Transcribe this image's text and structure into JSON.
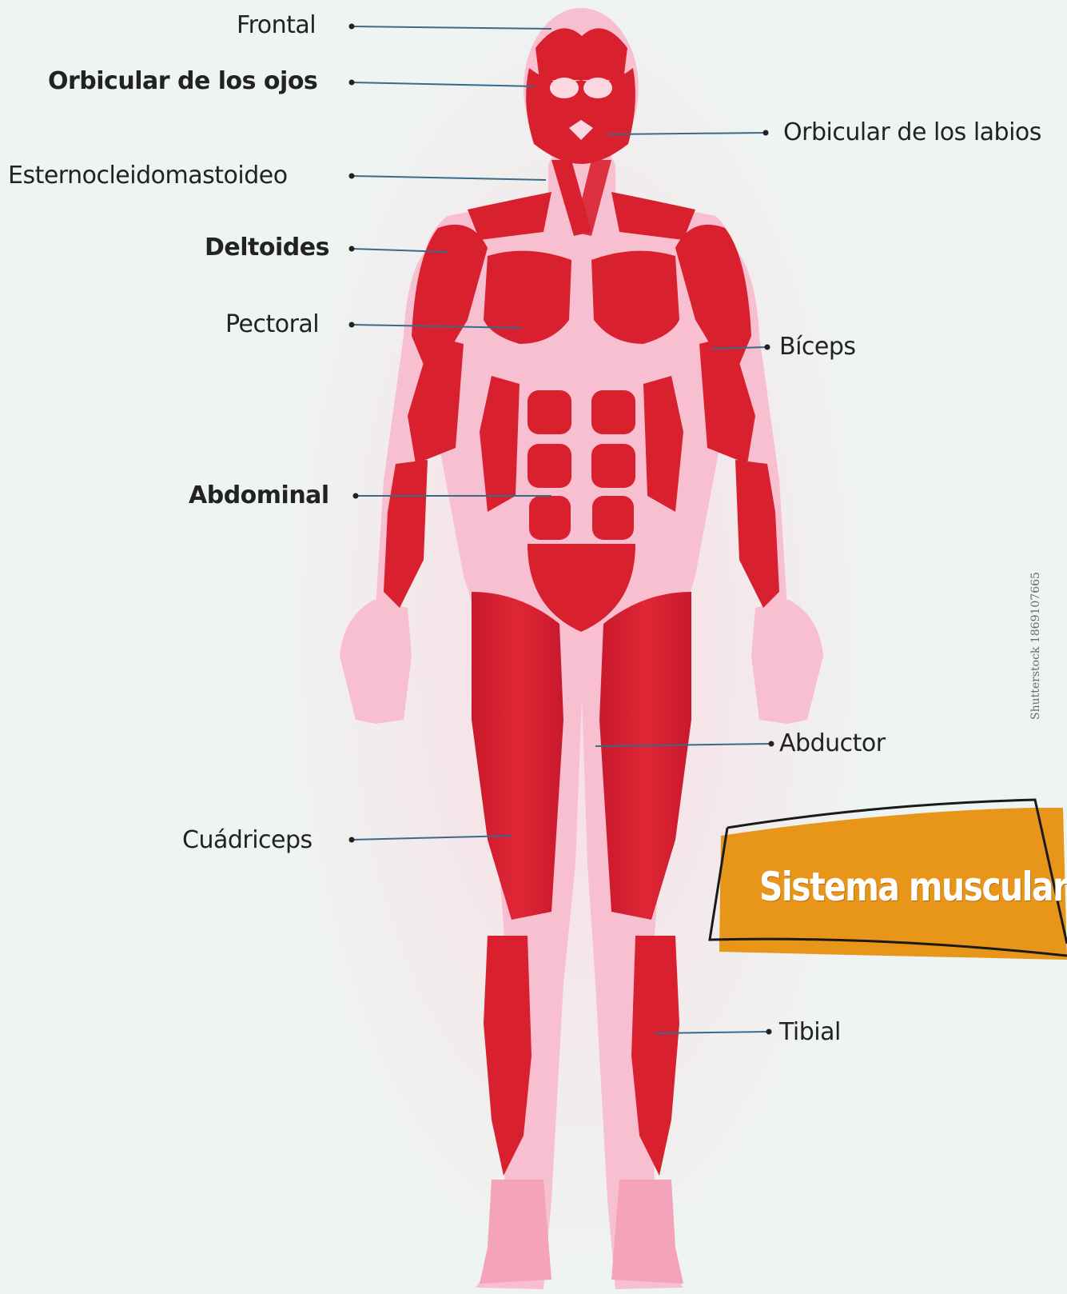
{
  "labels": {
    "frontal": "Frontal",
    "orbicular_ojos": "Orbicular de los ojos",
    "orbicular_labios": "Orbicular de los labios",
    "esternocleido": "Esternocleidomastoideo",
    "deltoides": "Deltoides",
    "pectoral": "Pectoral",
    "biceps": "Bíceps",
    "abdominal": "Abdominal",
    "abductor": "Abductor",
    "cuadriceps": "Cuádriceps",
    "tibial": "Tibial"
  },
  "banner": {
    "title": "Sistema muscular"
  },
  "credit": "Shutterstock 1869107665",
  "colors": {
    "muscle": "#d8202f",
    "muscle_dark": "#b3142a",
    "skin": "#f8bfd0",
    "skin_glow": "#fbd7e1",
    "banner": "#e8961a",
    "leader": "#3a6a8a"
  }
}
